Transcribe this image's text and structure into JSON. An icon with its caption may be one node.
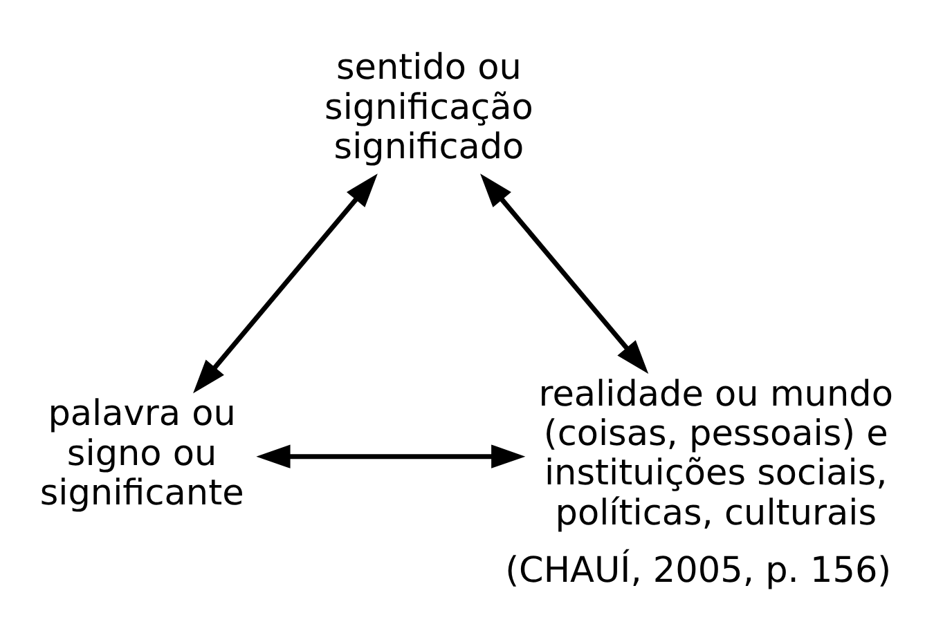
{
  "diagram": {
    "caption": "(CHAUÍ, 2005, p. 156)",
    "nodes": [
      {
        "text": [
          "sentido ou significação significado"
        ]
      },
      {
        "text": [
          "palavra ou signo ou significante"
        ]
      },
      {
        "text": [
          "realidade ou mundo (coisas, pessoais) e instituições sociais, políticas, culturais"
        ]
      }
    ],
    "edges": [
      {
        "from": 0,
        "to": 1,
        "arrow": "both"
      },
      {
        "from": 0,
        "to": 2,
        "arrow": "both"
      },
      {
        "from": 1,
        "to": 2,
        "arrow": "both"
      }
    ]
  }
}
